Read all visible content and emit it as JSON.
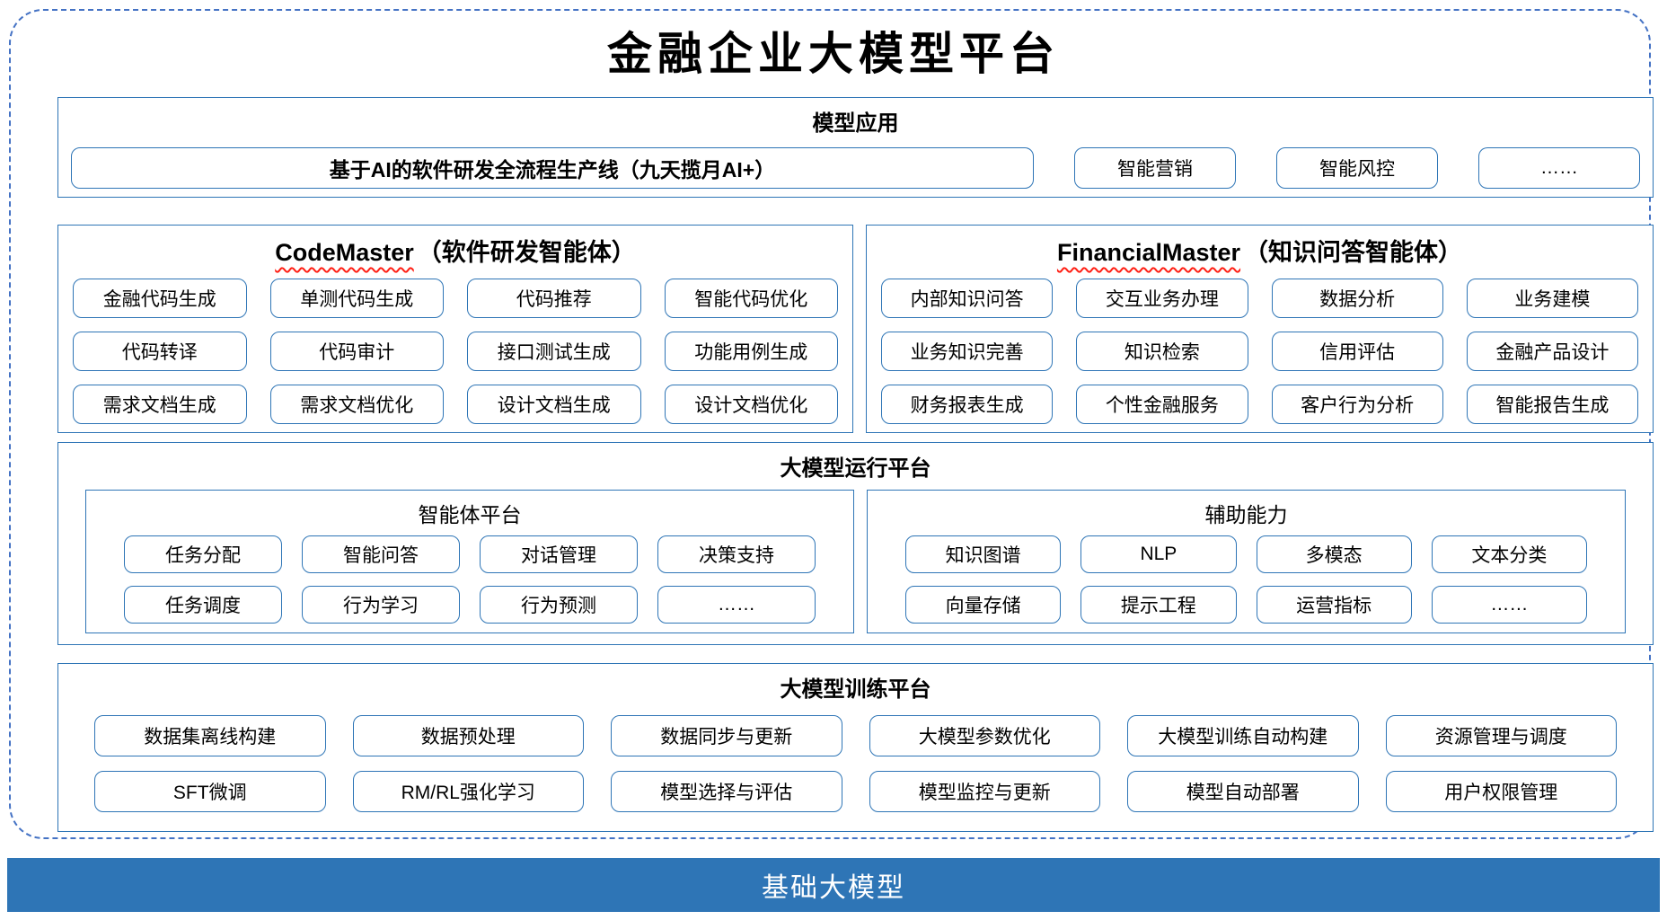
{
  "page": {
    "title": "金融企业大模型平台"
  },
  "colors": {
    "accent_blue": "#2E75B6",
    "dashed_border_blue": "#4472C4",
    "squiggle_red": "#FF0000",
    "foundation_bar_bg": "#2E75B6",
    "foundation_bar_text": "#FFFFFF"
  },
  "sections": {
    "model_app": {
      "title": "模型应用",
      "pipeline": "基于AI的软件研发全流程生产线（九天揽月AI+）",
      "items": [
        "智能营销",
        "智能风控",
        "……"
      ]
    },
    "code_master": {
      "title_en": "CodeMaster",
      "title_zh": "（软件研发智能体）",
      "items": [
        "金融代码生成",
        "单测代码生成",
        "代码推荐",
        "智能代码优化",
        "代码转译",
        "代码审计",
        "接口测试生成",
        "功能用例生成",
        "需求文档生成",
        "需求文档优化",
        "设计文档生成",
        "设计文档优化"
      ]
    },
    "financial_master": {
      "title_en": "FinancialMaster",
      "title_zh": "（知识问答智能体）",
      "items": [
        "内部知识问答",
        "交互业务办理",
        "数据分析",
        "业务建模",
        "业务知识完善",
        "知识检索",
        "信用评估",
        "金融产品设计",
        "财务报表生成",
        "个性金融服务",
        "客户行为分析",
        "智能报告生成"
      ]
    },
    "runtime": {
      "title": "大模型运行平台",
      "agent_platform": {
        "title": "智能体平台",
        "items": [
          "任务分配",
          "智能问答",
          "对话管理",
          "决策支持",
          "任务调度",
          "行为学习",
          "行为预测",
          "……"
        ]
      },
      "auxiliary": {
        "title": "辅助能力",
        "items": [
          "知识图谱",
          "NLP",
          "多模态",
          "文本分类",
          "向量存储",
          "提示工程",
          "运营指标",
          "……"
        ]
      }
    },
    "training": {
      "title": "大模型训练平台",
      "items": [
        "数据集离线构建",
        "数据预处理",
        "数据同步与更新",
        "大模型参数优化",
        "大模型训练自动构建",
        "资源管理与调度",
        "SFT微调",
        "RM/RL强化学习",
        "模型选择与评估",
        "模型监控与更新",
        "模型自动部署",
        "用户权限管理"
      ]
    },
    "foundation": {
      "title": "基础大模型"
    }
  }
}
